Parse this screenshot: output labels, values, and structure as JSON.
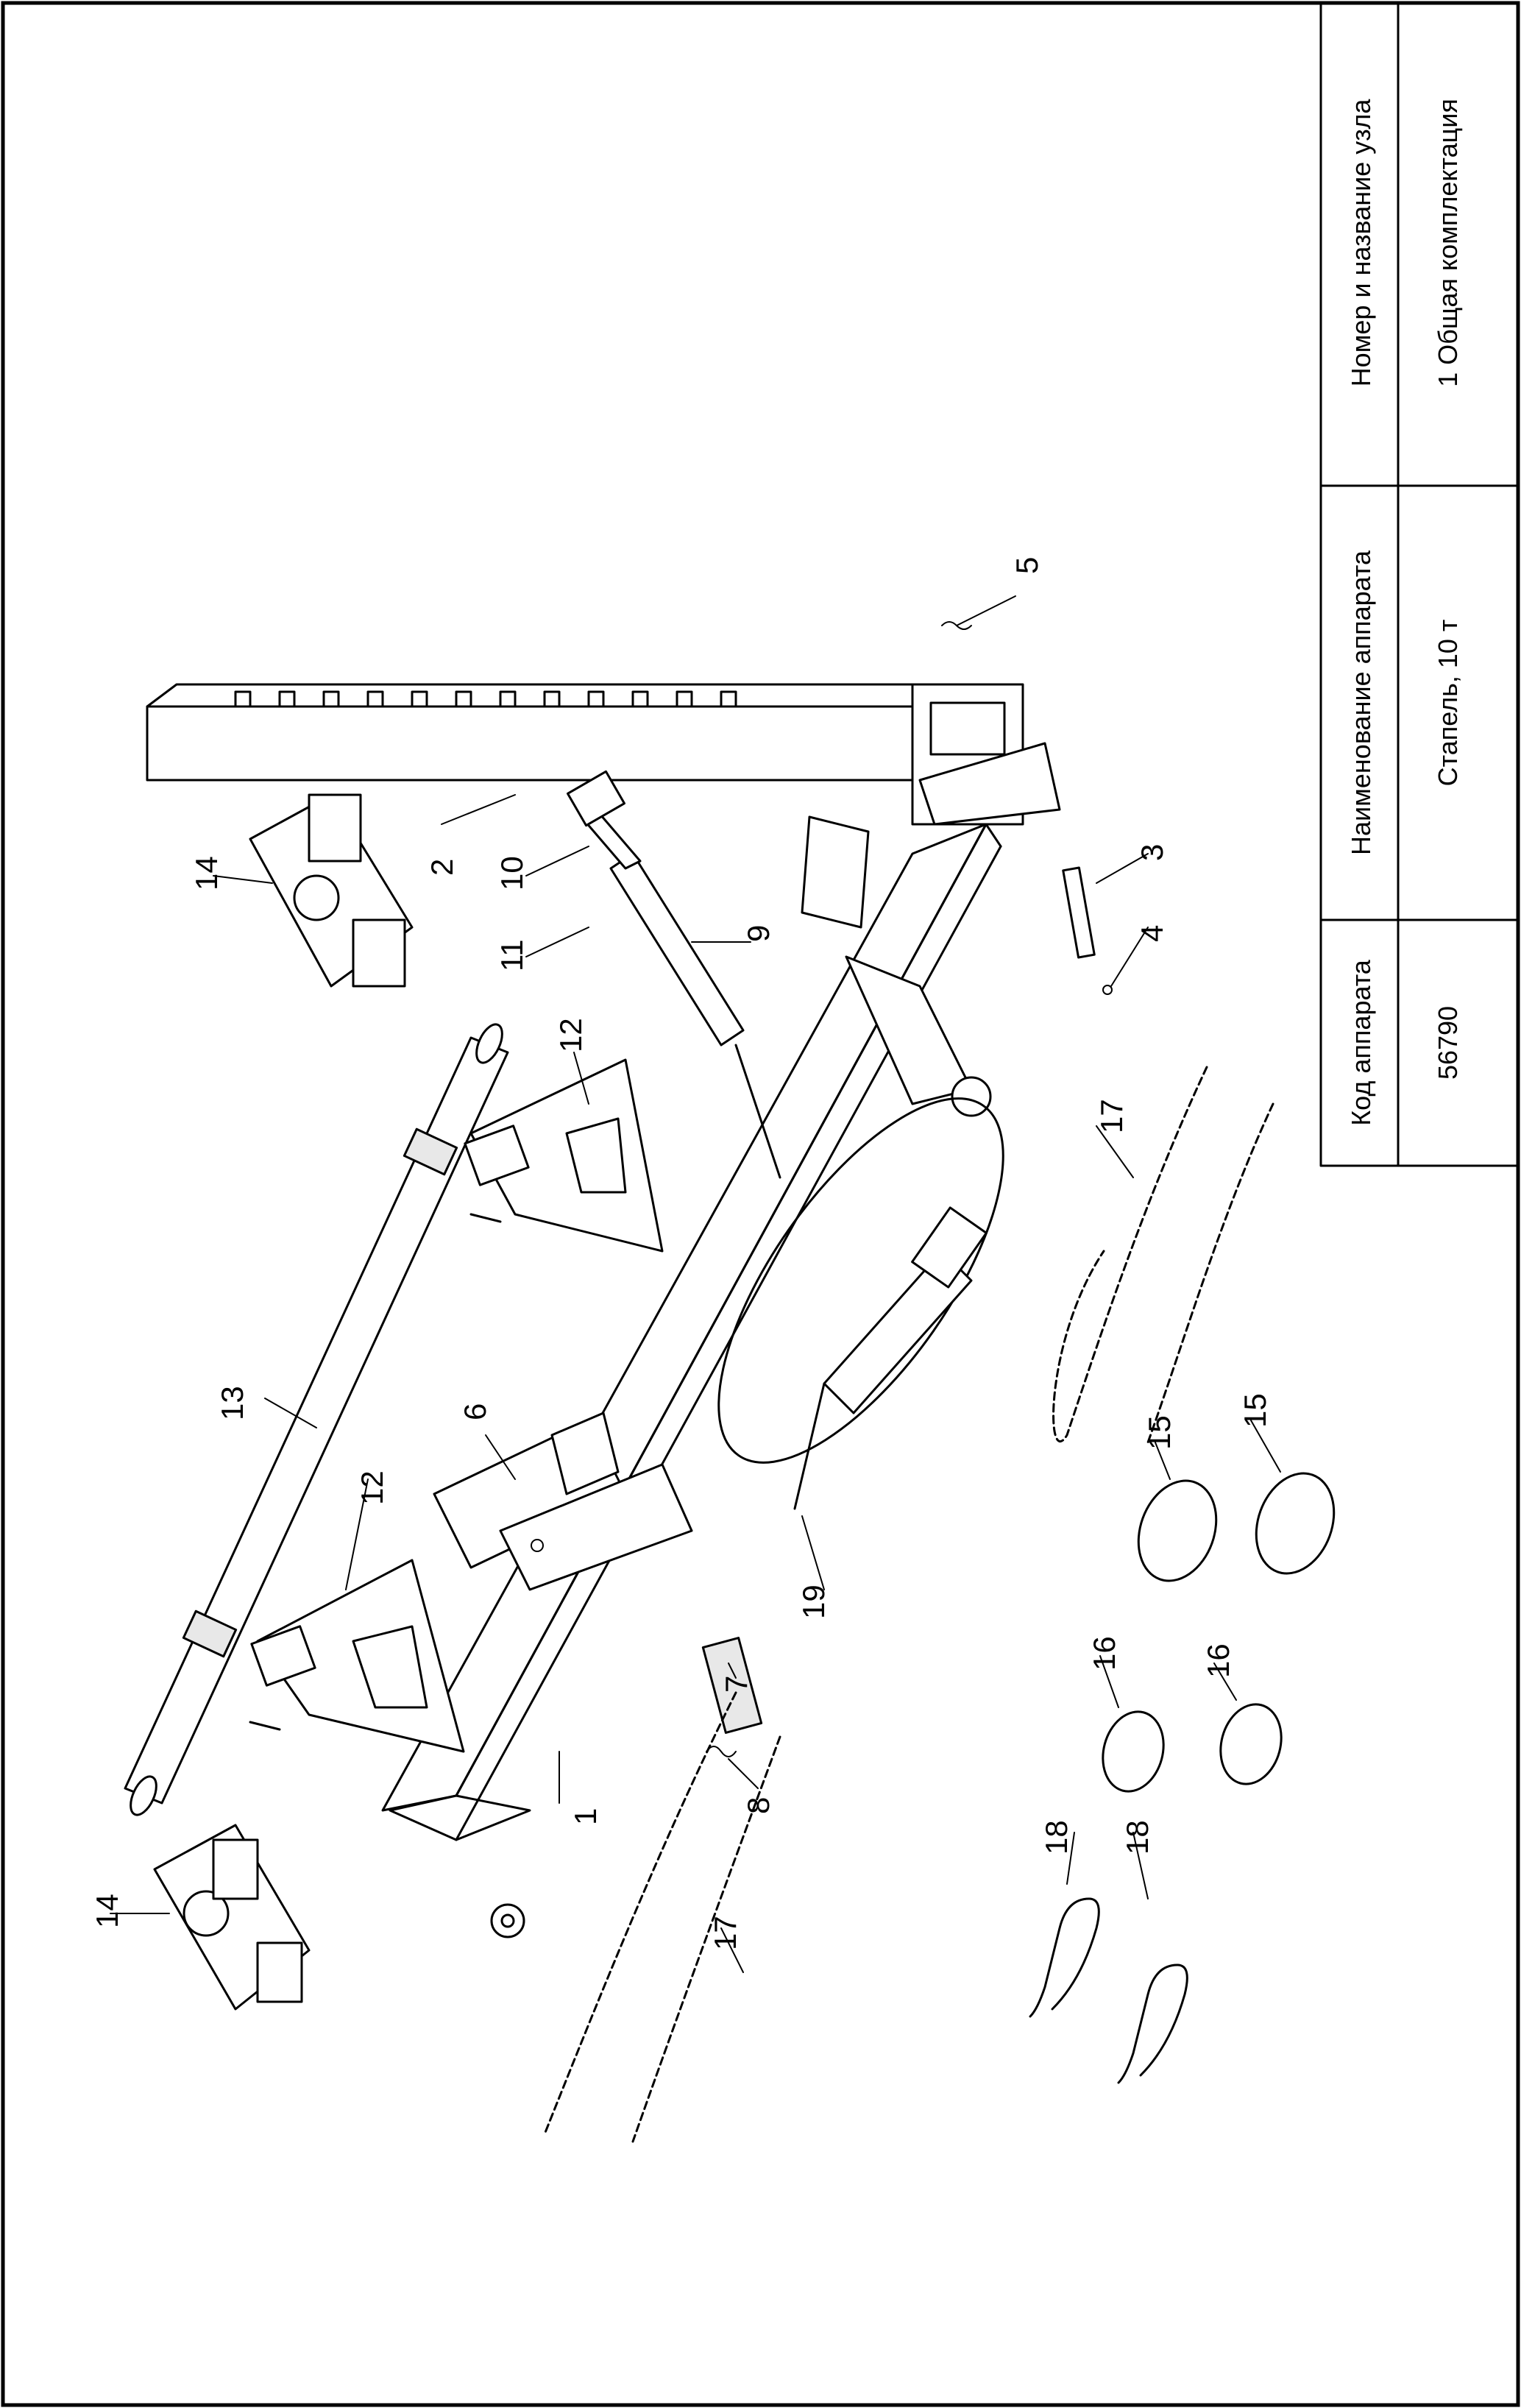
{
  "title_block": {
    "headers": {
      "code": "Код аппарата",
      "name": "Наименование аппарата",
      "node": "Номер и название узла"
    },
    "values": {
      "code": "56790",
      "name": "Стапель, 10 т",
      "node": "1 Общая комплектация"
    }
  },
  "callouts": [
    "1",
    "2",
    "3",
    "4",
    "5",
    "6",
    "7",
    "8",
    "9",
    "10",
    "11",
    "12",
    "12",
    "13",
    "14",
    "14",
    "15",
    "15",
    "16",
    "16",
    "17",
    "17",
    "18",
    "18",
    "19"
  ]
}
